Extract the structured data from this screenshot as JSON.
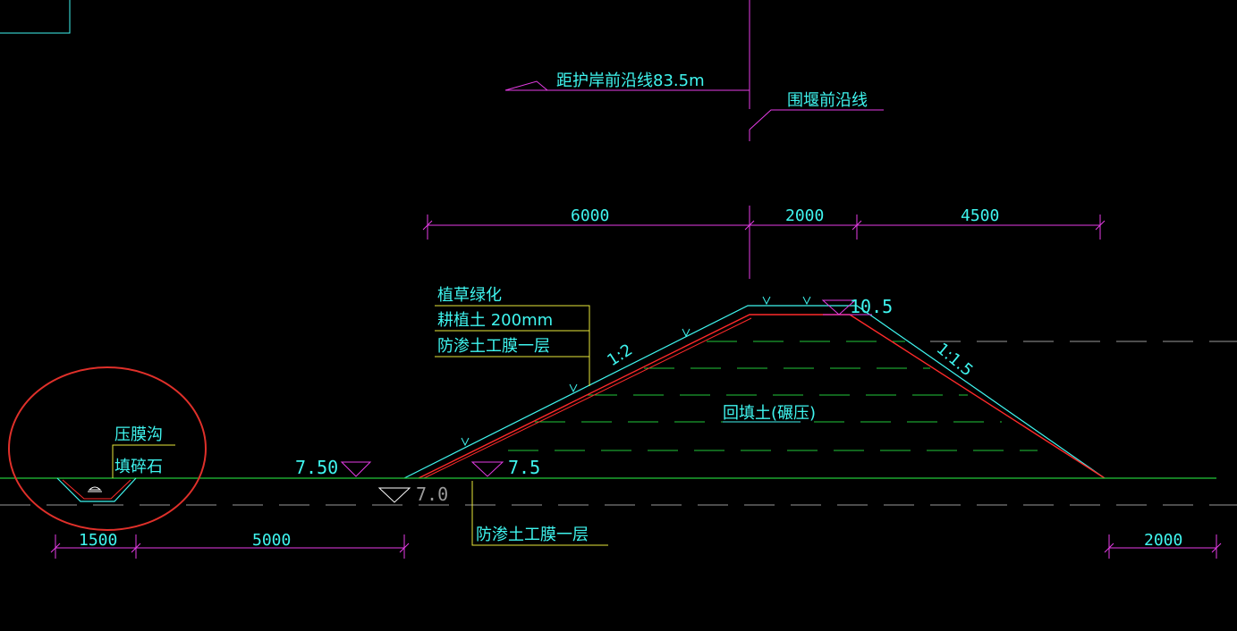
{
  "labels": {
    "distance_note": "距护岸前沿线83.5m",
    "cofferdam_line": "围堰前沿线",
    "layer_grass": "植草绿化",
    "layer_soil": "耕植土 200mm",
    "layer_membrane": "防渗土工膜一层",
    "slope_left": "1:2",
    "slope_right": "1:1.5",
    "fill_soil": "回填土(碾压)",
    "trench": "压膜沟",
    "gravel": "填碎石",
    "membrane_bottom": "防渗土工膜一层"
  },
  "dimensions": {
    "top_left": "6000",
    "top_mid": "2000",
    "top_right": "4500",
    "bottom_1": "1500",
    "bottom_2": "5000",
    "bottom_right": "2000"
  },
  "levels": {
    "crest": "10.5",
    "ground_left": "7.50",
    "ground_toe": "7.5",
    "water": "7.0"
  },
  "colors": {
    "background": "#000000",
    "cyan": "#3ff5ef",
    "magenta": "#e63ce6",
    "red": "#ff2a2a",
    "green": "#22c83a",
    "yellow": "#e8e83a",
    "gray": "#9a9a9a",
    "highlight_circle": "#e0302a"
  }
}
